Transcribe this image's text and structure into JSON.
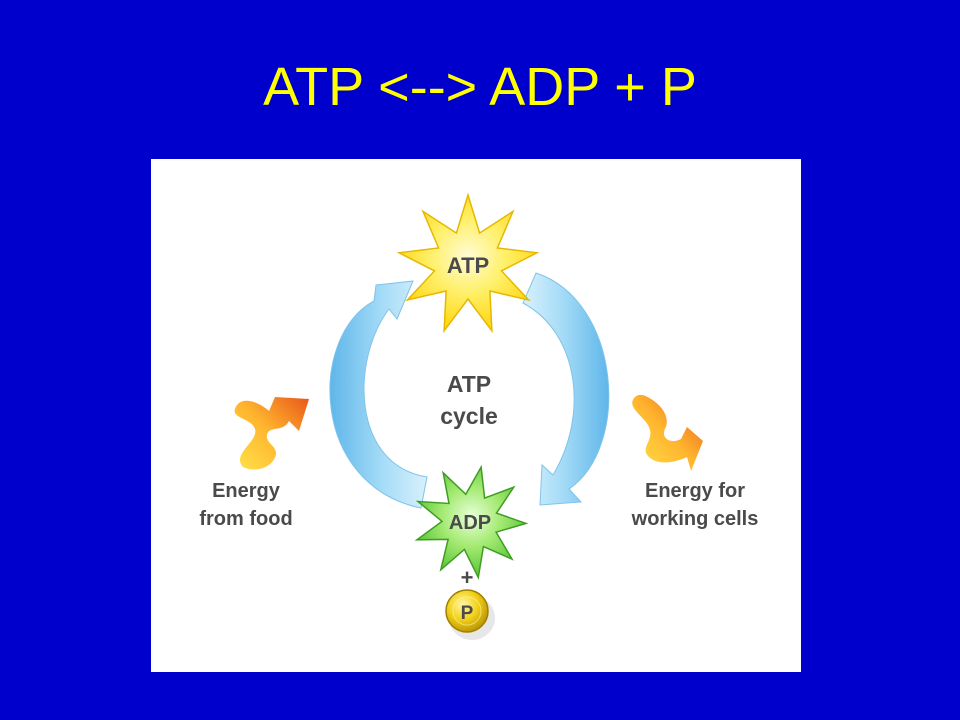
{
  "slide": {
    "title": "ATP <--> ADP + P",
    "background_color": "#0000cc",
    "title_color": "#ffff00"
  },
  "diagram": {
    "atp_burst_label": "ATP",
    "center_label_line1": "ATP",
    "center_label_line2": "cycle",
    "adp_burst_label": "ADP",
    "plus_sign": "+",
    "phosphate_label": "P",
    "left_caption_line1": "Energy",
    "left_caption_line2": "from food",
    "right_caption_line1": "Energy for",
    "right_caption_line2": "working cells",
    "colors": {
      "arrow": "#8ccbf0",
      "atp_burst": "#ffe500",
      "adp_burst": "#7ed957",
      "phosphate": "#e9c800",
      "energy_squiggle": "#f9a11b"
    },
    "icons": [
      "curved-arrow-up-icon",
      "curved-arrow-down-icon",
      "energy-squiggle-arrow-icon",
      "starburst-icon",
      "phosphate-ball-icon"
    ]
  }
}
